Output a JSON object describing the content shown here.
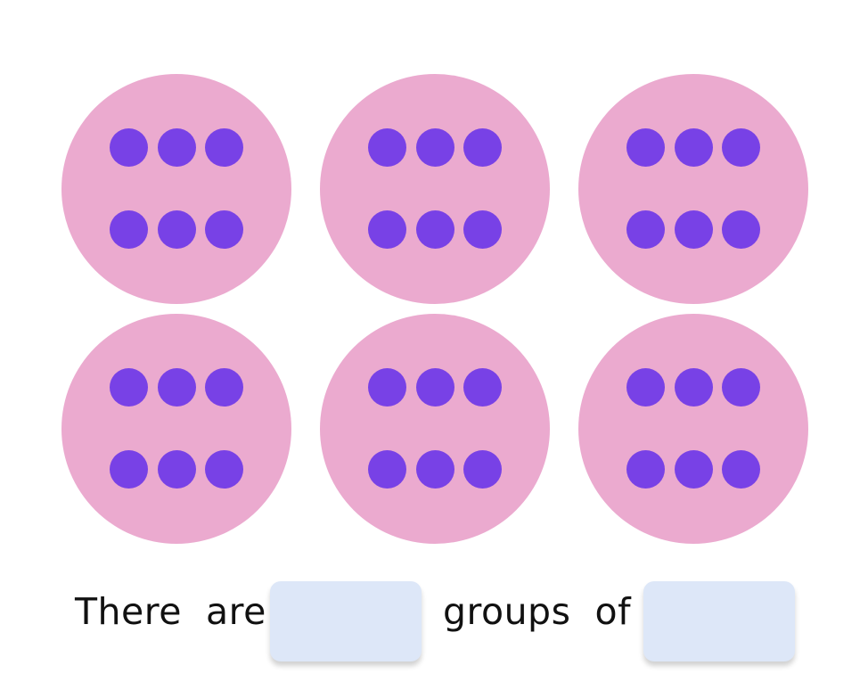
{
  "groups": {
    "count": 6,
    "dots_per_group": 6,
    "group_color": "#ebaacf",
    "dot_color": "#7841e6"
  },
  "sentence": {
    "part1": "There  are",
    "part2": "groups  of",
    "answer1": "",
    "answer2": ""
  }
}
